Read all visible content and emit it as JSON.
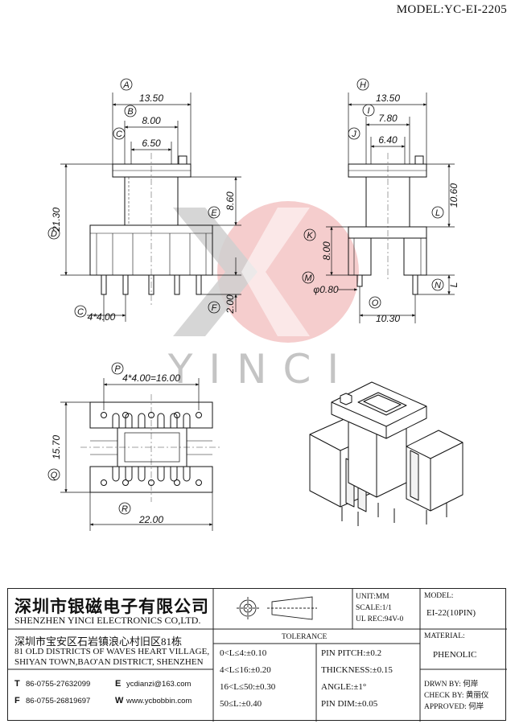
{
  "model_title": "MODEL:YC-EI-2205",
  "watermark": {
    "text": "YINCI"
  },
  "front_view": {
    "callouts": [
      "A",
      "B",
      "C",
      "D",
      "E",
      "F"
    ],
    "dims": {
      "A": "13.50",
      "B": "8.00",
      "C": "6.50",
      "D": "21.30",
      "E": "8.60",
      "F": "2.00",
      "pins": "4*4.00",
      "pins_label": "C"
    }
  },
  "side_view": {
    "callouts": [
      "H",
      "I",
      "J",
      "K",
      "L",
      "M",
      "N",
      "O"
    ],
    "dims": {
      "H": "13.50",
      "I": "7.80",
      "J": "6.40",
      "K": "8.00",
      "L": "10.60",
      "M": "φ0.80",
      "N": "L",
      "O": "10.30"
    }
  },
  "bottom_view": {
    "callouts": [
      "P",
      "Q",
      "R"
    ],
    "dims": {
      "P": "4*4.00=16.00",
      "Q": "15.70",
      "R": "22.00"
    }
  },
  "title_block": {
    "company_cn": "深圳市银磁电子有限公司",
    "company_en": "SHENZHEN YINCI ELECTRONICS CO,LTD.",
    "address_cn": "深圳市宝安区石岩镇浪心村旧区81栋",
    "address_en_1": "81 OLD DISTRICTS OF WAVES HEART VILLAGE,",
    "address_en_2": "SHIYAN TOWN,BAO'AN DISTRICT, SHENZHEN",
    "tel_label": "T",
    "tel": "86-0755-27632099",
    "email_label": "E",
    "email": "ycdianzi@163.com",
    "fax_label": "F",
    "fax": "86-0755-26819697",
    "web_label": "W",
    "web": "www.ycbobbin.com",
    "unit": "UNIT:MM",
    "scale": "SCALE:1/1",
    "ul_rec": "UL REC:94V-0",
    "tolerance_title": "TOLERANCE",
    "tolerances": [
      "0<L≤4:±0.10",
      "4<L≤16:±0.20",
      "16<L≤50:±0.30",
      "50≤L:±0.40"
    ],
    "tolerances_right": [
      "PIN PITCH:±0.2",
      "THICKNESS:±0.15",
      "ANGLE:±1°",
      "PIN DIM:±0.05"
    ],
    "model_label": "MODEL:",
    "model_value": "EI-22(10PIN)",
    "material_label": "MATERIAL:",
    "material_value": "PHENOLIC",
    "drawn_by": "DRWN BY: 何岸",
    "check_by": "CHECK BY: 黄丽仪",
    "approved": "APPROVED: 何岸"
  },
  "colors": {
    "line": "#111111",
    "watermark_red": "#f0bcbc",
    "watermark_gray": "#c8c8c8"
  }
}
